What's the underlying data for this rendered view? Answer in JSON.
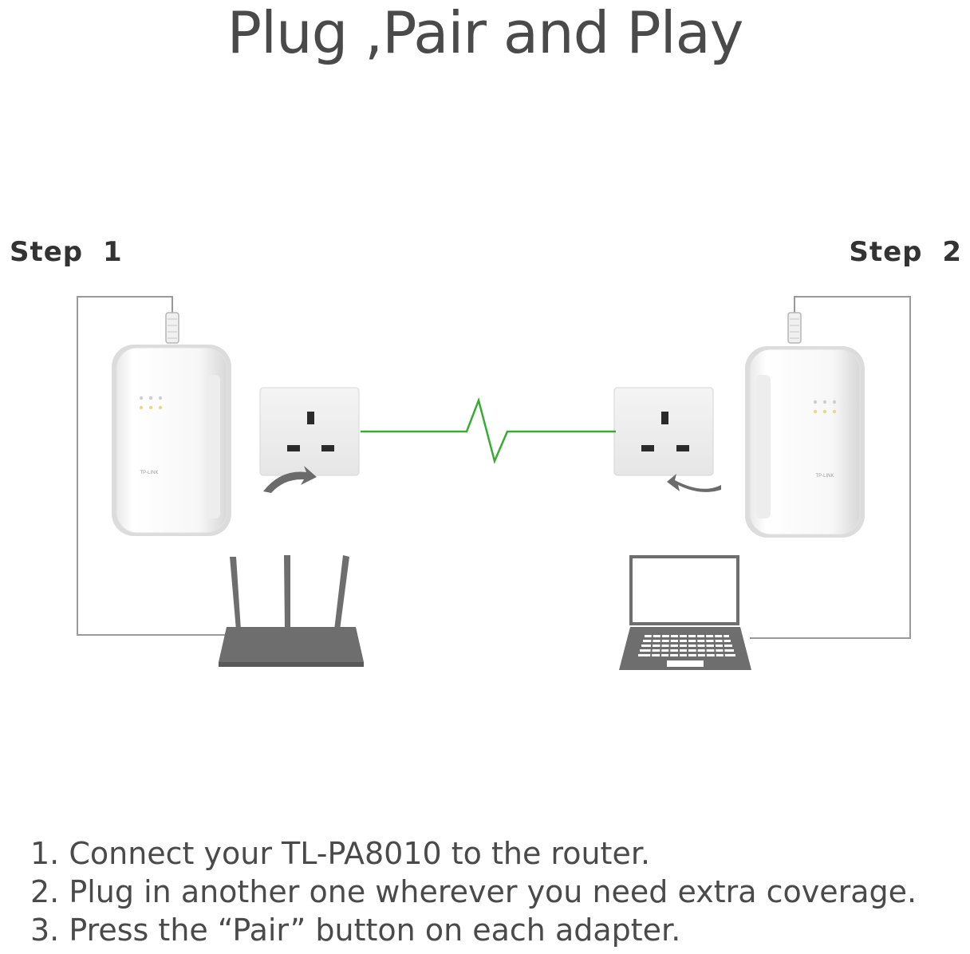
{
  "title": "Plug ,Pair and Play",
  "steps": [
    {
      "label": "Step 1"
    },
    {
      "label": "Step 2"
    }
  ],
  "adapter_brand": "TP-LINK",
  "colors": {
    "signal_line": "#3aaa35",
    "text": "#4a4a4a",
    "device_gray": "#6e6e6e",
    "cable_gray": "#9a9a9a"
  },
  "icons": [
    "powerline-adapter-icon",
    "wall-socket-icon",
    "router-icon",
    "laptop-icon",
    "ethernet-plug-icon",
    "curved-arrow-icon",
    "signal-zigzag-icon"
  ],
  "instructions": [
    "1. Connect your TL-PA8010 to the router.",
    "2. Plug in another one wherever you need extra coverage.",
    "3. Press the “Pair” button on each adapter."
  ]
}
